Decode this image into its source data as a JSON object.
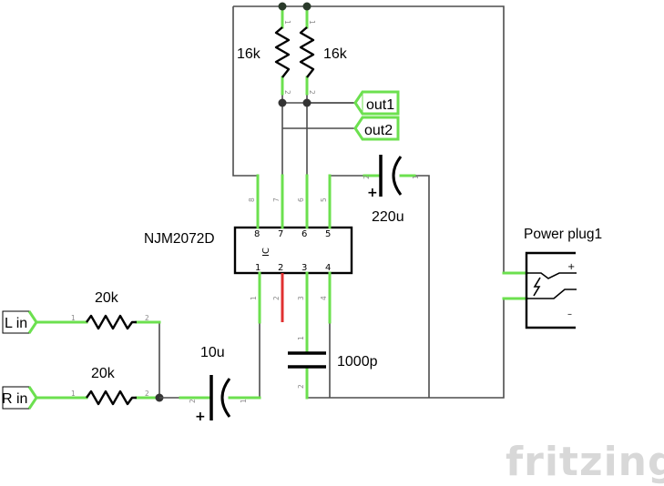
{
  "components": {
    "r_top_left": "16k",
    "r_top_right": "16k",
    "out1": "out1",
    "out2": "out2",
    "c_out": "220u",
    "ic_name": "NJM2072D",
    "ic_body_label": "IC",
    "power_plug": "Power plug1",
    "l_in": "L in",
    "r_in": "R in",
    "r_l": "20k",
    "r_r": "20k",
    "c_in": "10u",
    "c_filter": "1000p",
    "plus_sign": "+",
    "minus_sign": "–",
    "polarity_plus": "+"
  },
  "ic_pins_top": [
    "8",
    "7",
    "6",
    "5"
  ],
  "ic_pins_bottom": [
    "1",
    "2",
    "3",
    "4"
  ],
  "pin_numbers": {
    "one": "1",
    "two": "2"
  },
  "logo": "fritzing"
}
